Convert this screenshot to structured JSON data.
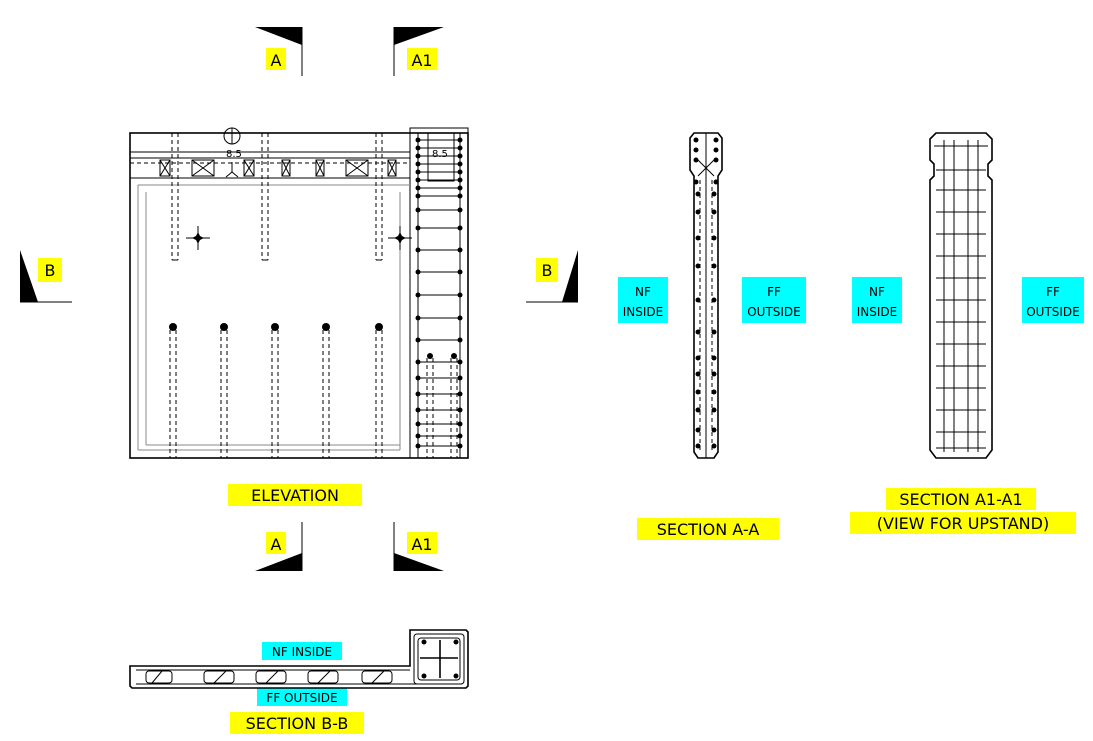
{
  "section_marks": {
    "a_top": "A",
    "a1_top": "A1",
    "a_bottom": "A",
    "a1_bottom": "A1",
    "b_left": "B",
    "b_right": "B"
  },
  "dimensions": {
    "left": "8.5",
    "right": "8.5"
  },
  "titles": {
    "elevation": "ELEVATION",
    "section_aa": "SECTION A-A",
    "section_a1_line1": "SECTION A1-A1",
    "section_a1_line2": "(VIEW FOR UPSTAND)",
    "section_bb": "SECTION B-B"
  },
  "faces": {
    "aa_nf_line1": "NF",
    "aa_nf_line2": "INSIDE",
    "aa_ff_line1": "FF",
    "aa_ff_line2": "OUTSIDE",
    "a1_nf_line1": "NF",
    "a1_nf_line2": "INSIDE",
    "a1_ff_line1": "FF",
    "a1_ff_line2": "OUTSIDE",
    "bb_nf": "NF INSIDE",
    "bb_ff": "FF OUTSIDE"
  },
  "colors": {
    "section_highlight": "#ffff00",
    "face_highlight": "#00ffff"
  }
}
